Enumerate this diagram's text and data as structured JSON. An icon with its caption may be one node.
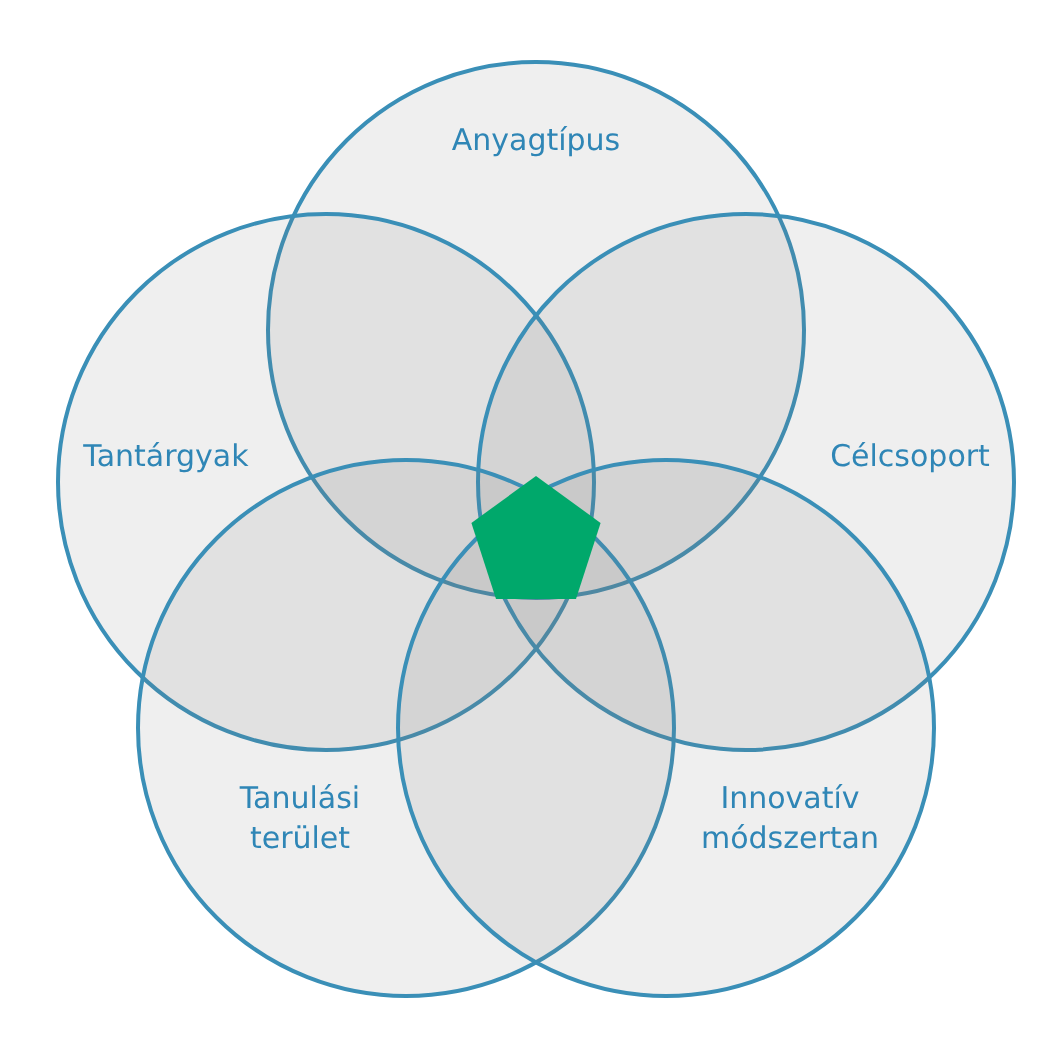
{
  "diagram": {
    "nodes": [
      {
        "text": [
          "Anyagtípus"
        ]
      },
      {
        "text": [
          "Tantárgyak"
        ]
      },
      {
        "text": [
          "Célcsoport"
        ]
      },
      {
        "text": [
          "Tanulási terület"
        ]
      },
      {
        "text": [
          "Innovatív módszertan"
        ]
      },
      {
        "text": [],
        "shape": "pentagon"
      }
    ]
  }
}
